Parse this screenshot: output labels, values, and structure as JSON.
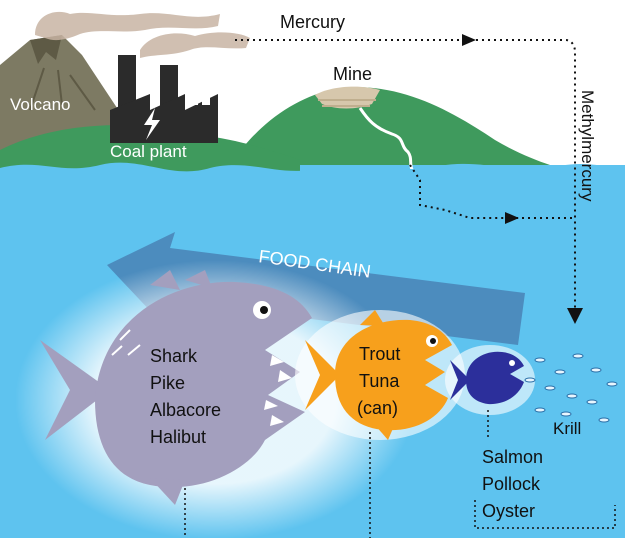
{
  "labels": {
    "mercury": "Mercury",
    "methylmercury": "Methylmercury",
    "mine": "Mine",
    "volcano": "Volcano",
    "coal_plant": "Coal plant",
    "food_chain": "FOOD CHAIN",
    "krill": "Krill"
  },
  "fish_groups": {
    "large": [
      "Shark",
      "Pike",
      "Albacore",
      "Halibut"
    ],
    "medium": [
      "Trout",
      "Tuna",
      "(can)"
    ],
    "small": [
      "Salmon",
      "Pollock",
      "Oyster"
    ]
  },
  "colors": {
    "sky": "#ffffff",
    "water": "#5ec3ef",
    "volcano": "#7d7a63",
    "hill": "#3f9a5d",
    "large_fish": "#a39fbe",
    "medium_fish": "#f7a01c",
    "small_fish": "#2c2f9b",
    "arrow": "#4a86b8"
  }
}
